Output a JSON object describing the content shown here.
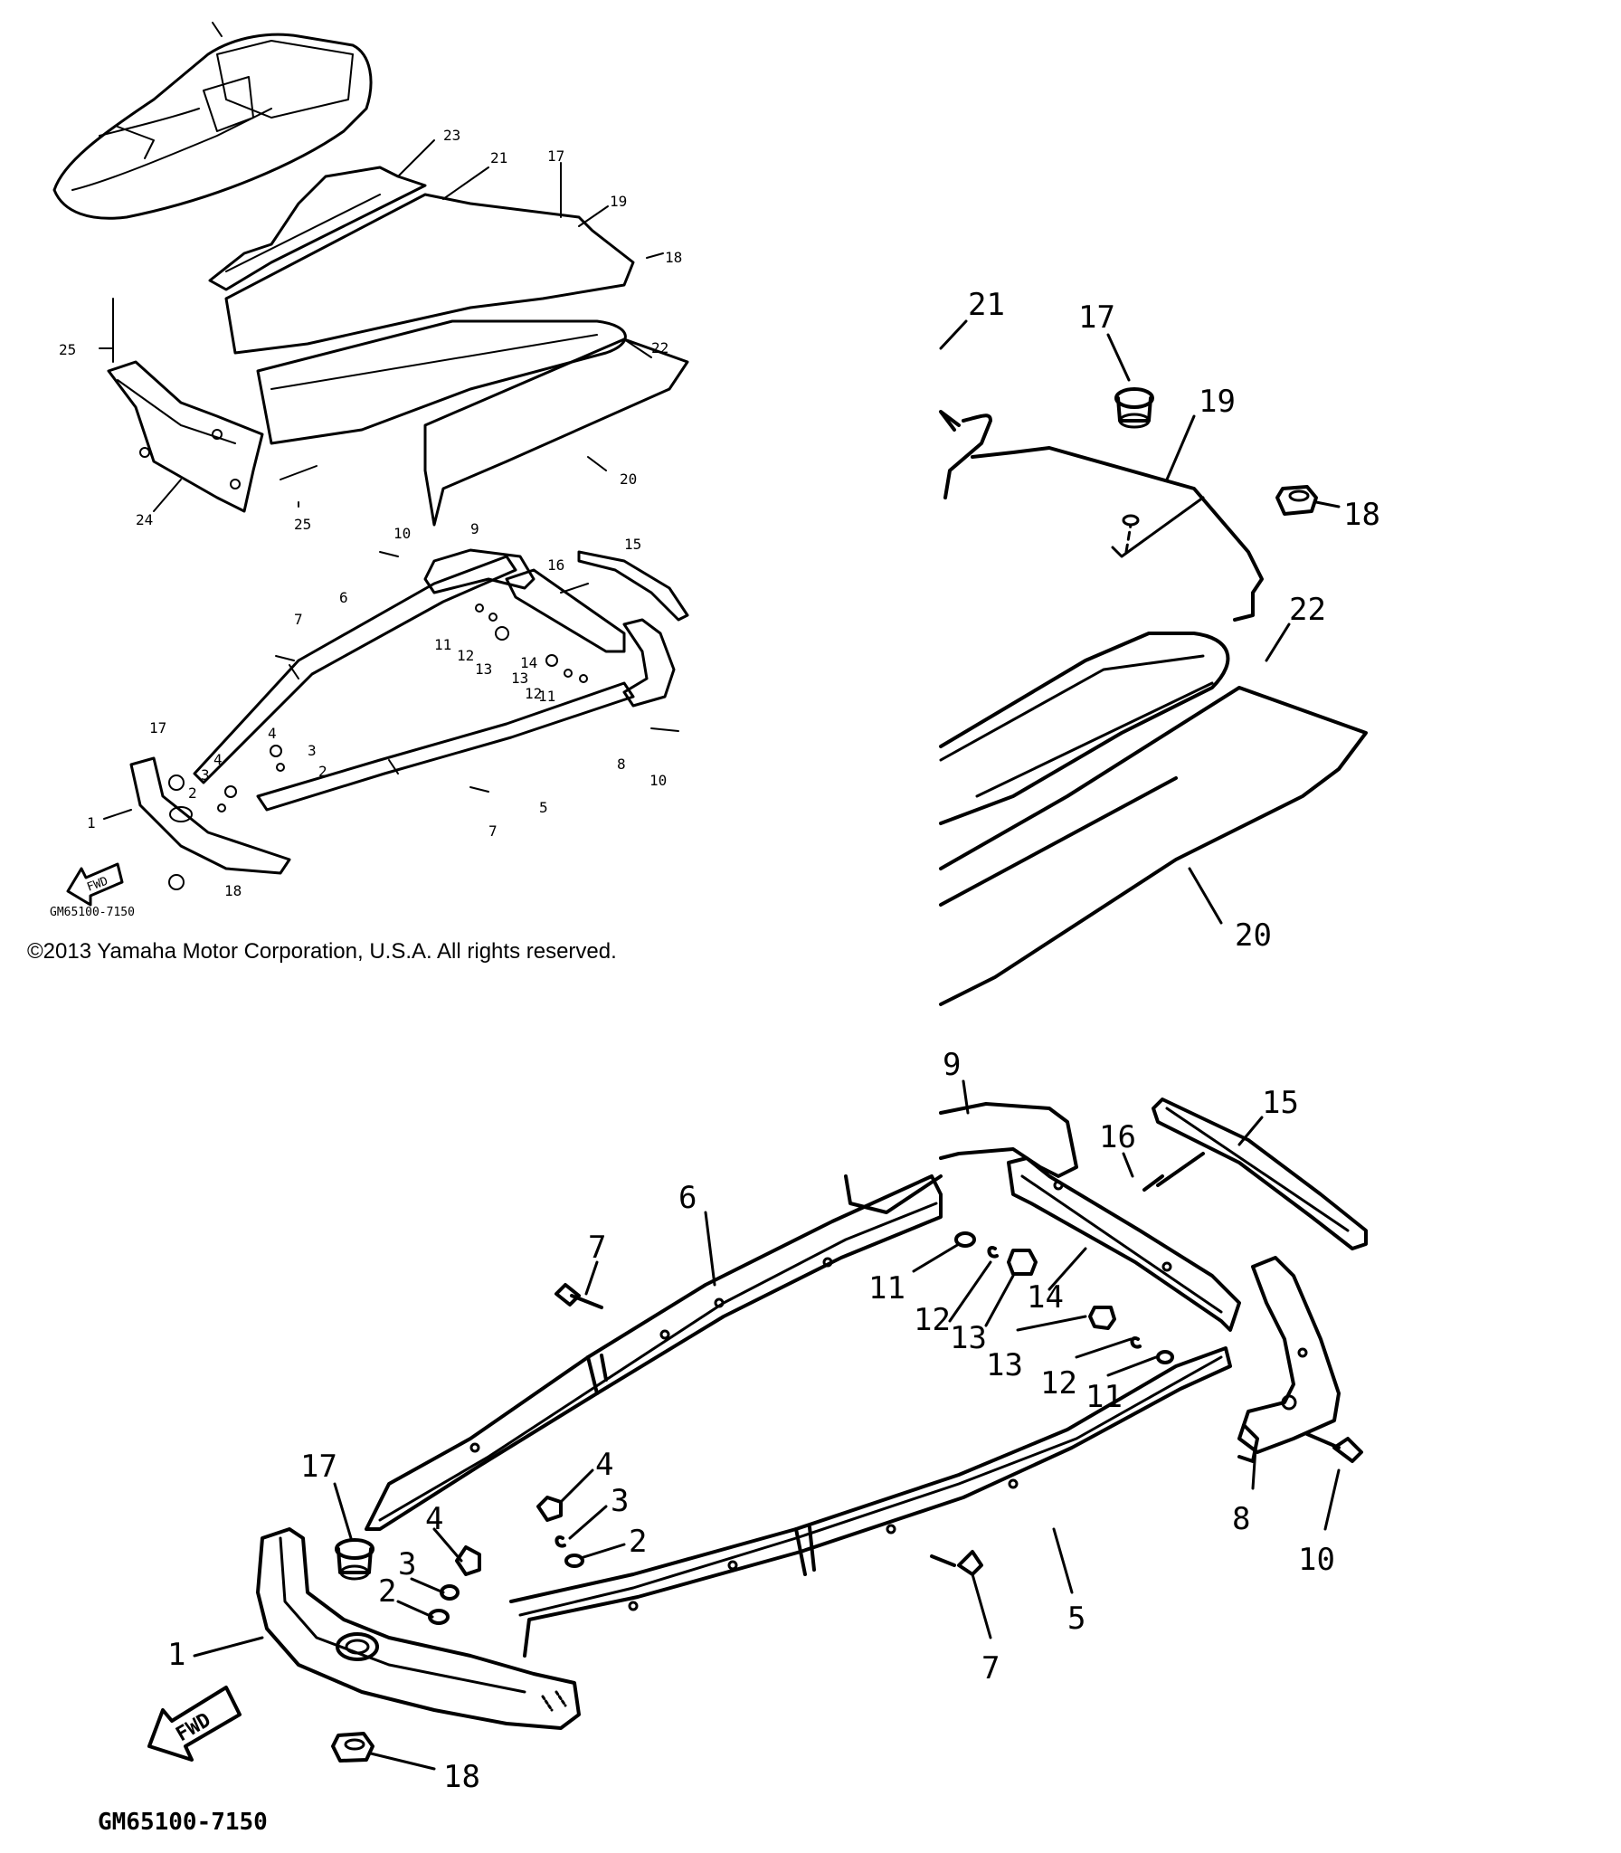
{
  "diagram": {
    "part_code": "GM65100-7150",
    "fwd_label": "FWD",
    "copyright": "©2013 Yamaha Motor Corporation, U.S.A. All rights reserved.",
    "overview_callouts": [
      "23",
      "21",
      "17",
      "19",
      "18",
      "25",
      "22",
      "25",
      "24",
      "20",
      "10",
      "9",
      "16",
      "15",
      "7",
      "6",
      "11",
      "12",
      "13",
      "14",
      "13",
      "12",
      "11",
      "17",
      "4",
      "3",
      "3",
      "4",
      "2",
      "2",
      "1",
      "8",
      "10",
      "7",
      "5",
      "18"
    ],
    "detail_callouts": [
      "21",
      "17",
      "19",
      "18",
      "22",
      "20",
      "9",
      "15",
      "16",
      "6",
      "7",
      "11",
      "12",
      "13",
      "14",
      "13",
      "12",
      "11",
      "17",
      "4",
      "3",
      "2",
      "4",
      "3",
      "2",
      "1",
      "8",
      "10",
      "7",
      "5",
      "18"
    ]
  }
}
